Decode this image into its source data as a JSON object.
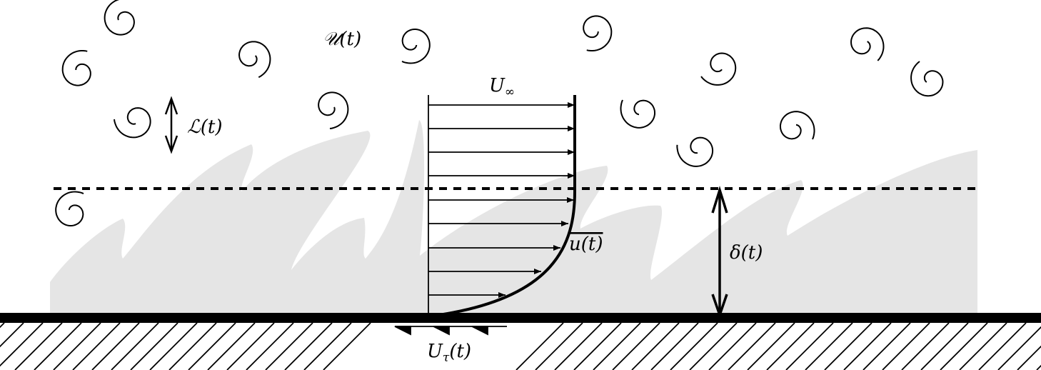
{
  "labels": {
    "outer_velocity": "𝒰(t)",
    "length_scale": "ℒ(t)",
    "freestream": "U",
    "freestream_sub": "∞",
    "mean_velocity": "u(t)",
    "thickness": "δ(t)",
    "friction_velocity": "U",
    "friction_sub": "τ",
    "friction_arg": "(t)"
  },
  "colors": {
    "turbulent_region": "#e5e5e5",
    "ink": "#000000"
  }
}
